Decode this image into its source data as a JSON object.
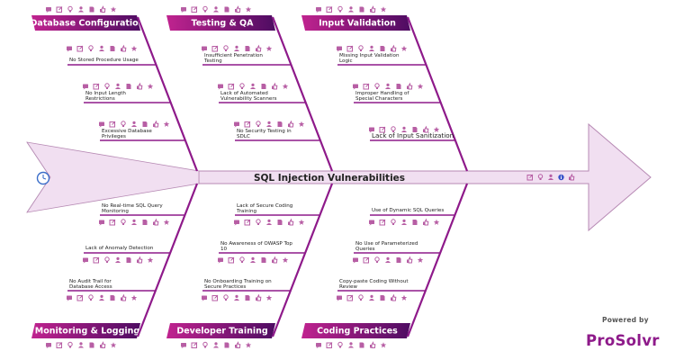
{
  "problem": "SQL Injection Vulnerabilities",
  "categories": [
    {
      "name": "Database Configuration",
      "position": "top",
      "causes": [
        "No Stored Procedure Usage",
        "No Input Length Restrictions",
        "Excessive Database Privileges"
      ]
    },
    {
      "name": "Testing & QA",
      "position": "top",
      "causes": [
        "Insufficient Penetration Testing",
        "Lack of Automated Vulnerability Scanners",
        "No Security Testing in SDLC"
      ]
    },
    {
      "name": "Input Validation",
      "position": "top",
      "causes": [
        "Missing Input Validation Logic",
        "Improper Handling of Special Characters",
        "Lack of Input Sanitization"
      ]
    },
    {
      "name": "Monitoring & Logging",
      "position": "bottom",
      "causes": [
        "No Real-time SQL Query Monitoring",
        "Lack of Anomaly Detection",
        "No Audit Trail for Database Access"
      ]
    },
    {
      "name": "Developer Training",
      "position": "bottom",
      "causes": [
        "Lack of Secure Coding Training",
        "No Awareness of OWASP Top 10",
        "No Onboarding Training on Secure Practices"
      ]
    },
    {
      "name": "Coding Practices",
      "position": "bottom",
      "causes": [
        "Use of Dynamic SQL Queries",
        "No Use of Parameterized Queries",
        "Copy-paste Coding Without Review"
      ]
    }
  ],
  "icon_row": [
    "comment-icon",
    "external-link-icon",
    "lightbulb-icon",
    "user-icon",
    "document-icon",
    "thumbs-up-icon",
    "star-icon"
  ],
  "spine_icons": [
    "external-link-icon",
    "lightbulb-icon",
    "user-icon",
    "info-icon",
    "thumbs-up-icon"
  ],
  "powered_by": "Powered by",
  "brand": "ProSolvr",
  "colors": {
    "accent": "#8e1a8a",
    "header_start": "#c0238f",
    "header_end": "#4e0c62",
    "arrow_fill": "#f1dff1",
    "icon": "#b75ea4"
  }
}
